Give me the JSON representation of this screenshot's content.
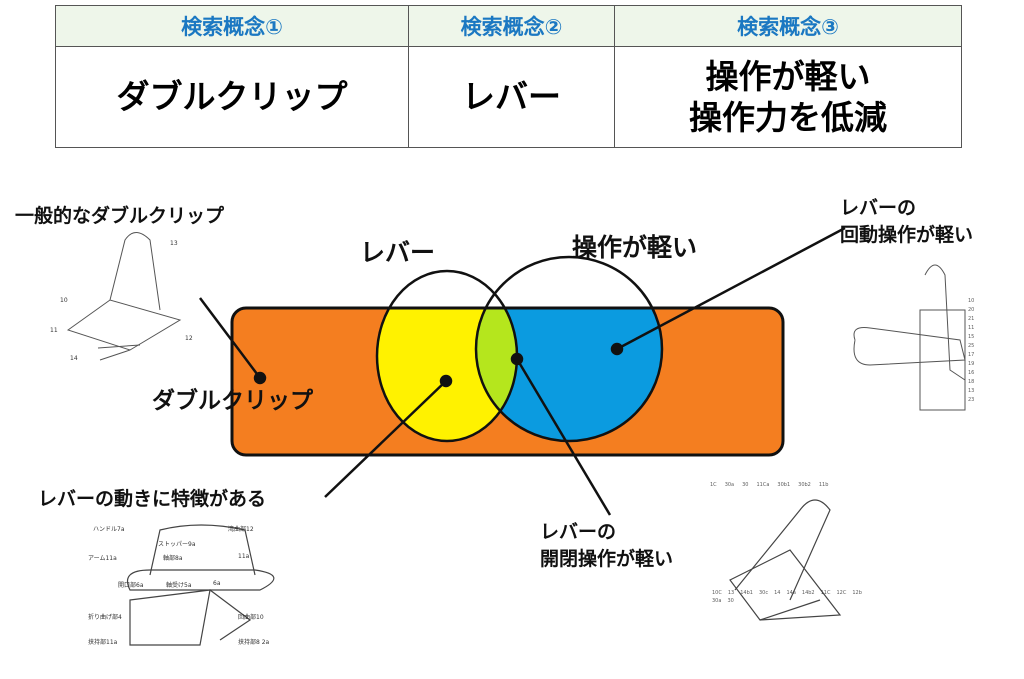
{
  "table": {
    "headers": [
      "検索概念①",
      "検索概念②",
      "検索概念③"
    ],
    "cells": [
      "ダブルクリップ",
      "レバー",
      "操作が軽い\n操作力を低減"
    ]
  },
  "labels": {
    "general": "一般的なダブルクリップ",
    "lever": "レバー",
    "light": "操作が軽い",
    "clip": "ダブルクリップ",
    "rotate1": "レバーの",
    "rotate2": "回動操作が軽い",
    "movement": "レバーの動きに特徴がある",
    "open1": "レバーの",
    "open2": "開閉操作が軽い"
  },
  "colors": {
    "clip": "#f47e20",
    "lever": "#fff200",
    "light": "#0b9be0",
    "overlap": "#b5e61d"
  },
  "drawing_labels": {
    "bl": [
      "ハンドル7a",
      "湾曲部12",
      "ストッパー9a",
      "アーム11a",
      "軸部8a",
      "11a",
      "開口部6a",
      "軸受け5a",
      "6a",
      "折り曲げ部4",
      "回曲部10",
      "挟持部11a",
      "挟持部8 2a"
    ],
    "br": [
      "1C",
      "30a",
      "30",
      "11Ca",
      "30b1",
      "30b2",
      "11b",
      "10C",
      "13",
      "14b1",
      "30c",
      "14",
      "14a",
      "14b2",
      "11C",
      "12C",
      "12b",
      "30a",
      "30"
    ],
    "tl": [
      "13",
      "10",
      "11",
      "12",
      "14"
    ],
    "tr": [
      "10",
      "20",
      "21",
      "11",
      "15",
      "25",
      "17",
      "19",
      "16",
      "18",
      "13",
      "23"
    ]
  }
}
